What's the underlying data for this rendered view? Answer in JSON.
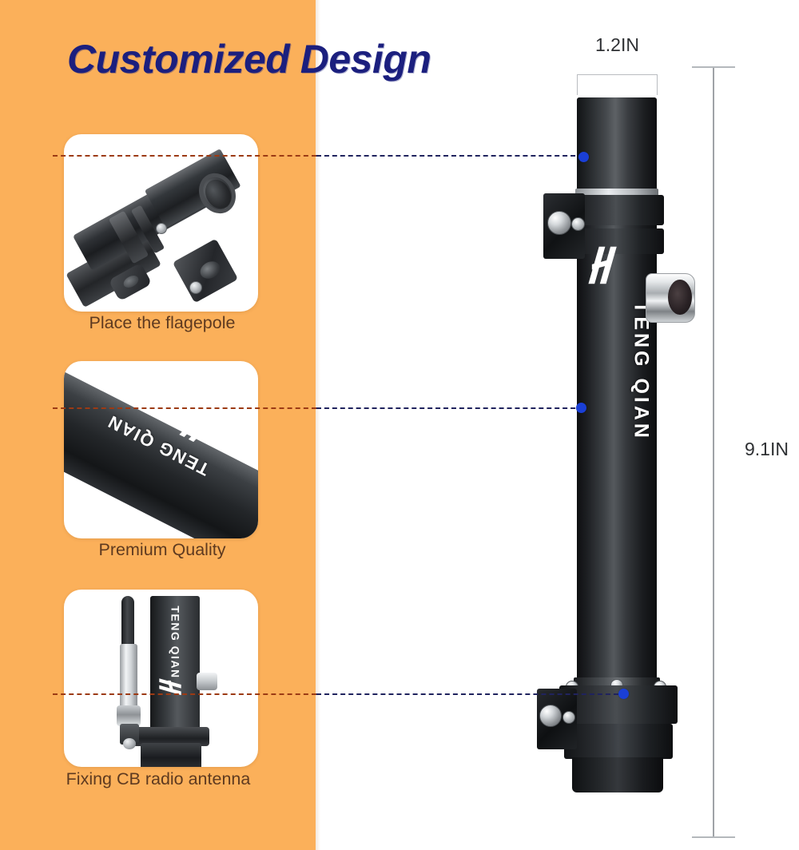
{
  "heading": {
    "title": "Customized Design"
  },
  "theme": {
    "band_color": "#fbb05a",
    "heading_color": "#1b1f7e",
    "caption_color": "#5e3a20",
    "callout_dot_color": "#1a3fd6",
    "callout_line_color": "#20235e",
    "dimension_line_color": "#b9bcc0"
  },
  "features": [
    {
      "caption": "Place the flagepole",
      "thumb_name": "flagpole-socket-photo"
    },
    {
      "caption": "Premium Quality",
      "thumb_name": "branded-tube-closeup-photo"
    },
    {
      "caption": "Fixing CB radio antenna",
      "thumb_name": "cb-antenna-mounted-photo"
    }
  ],
  "product": {
    "brand_text": "TENG QIAN",
    "alt_brand_text": "TENG QIAN",
    "logo_name": "teng-qian-logo"
  },
  "dimensions": {
    "width_label": "1.2IN",
    "height_label": "9.1IN"
  }
}
